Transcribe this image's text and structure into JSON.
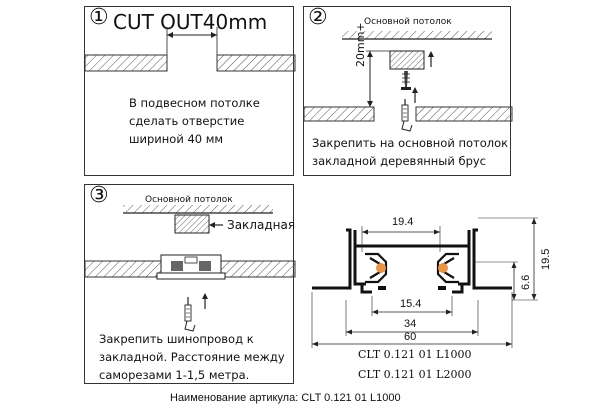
{
  "panel1": {
    "number": "①",
    "title": "CUT OUT40mm",
    "text_lines": [
      "В подвесном потолке",
      "сделать отверстие",
      "шириной 40 мм"
    ]
  },
  "panel2": {
    "number": "②",
    "ceiling_label": "Основной потолок",
    "dimension_label": "20mm+",
    "text_lines": [
      "Закрепить на основной потолок",
      "закладной деревянный брус"
    ]
  },
  "panel3": {
    "number": "③",
    "ceiling_label": "Основной потолок",
    "embedded_label": "Закладная",
    "text_lines": [
      "Закрепить шинопровод к",
      "закладной. Расстояние между",
      "саморезами 1-1,5 метра."
    ]
  },
  "profile": {
    "dim_top": "19.4",
    "dim_height": "19.5",
    "dim_inner": "6.6",
    "dim_bottom_inner": "15.4",
    "dim_width": "34",
    "dim_flange": "60",
    "codes": [
      "CLT 0.121 01 L1000",
      "CLT 0.121 01 L2000"
    ]
  },
  "caption": "Наименование артикула: CLT 0.121 01 L1000",
  "colors": {
    "line": "#222222",
    "hatch": "#555555",
    "accent": "#e8954a"
  }
}
